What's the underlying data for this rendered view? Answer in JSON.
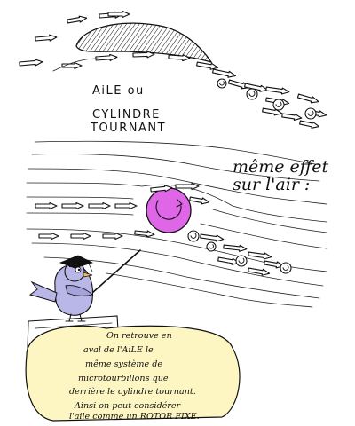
{
  "top_label": {
    "line1": "AiLE ou",
    "line2": "CYLINDRE",
    "line3": "TOURNANT"
  },
  "right_label": {
    "line1": "même effet",
    "line2": "sur l'air :"
  },
  "note": {
    "lines": [
      "On retrouve en",
      "aval de l'AiLE le",
      "même système de",
      "microtourbillons que",
      "derrière le cylindre tournant.",
      "Ainsi on peut considérer",
      "l'aile comme un ROTOR FIXE."
    ]
  },
  "colors": {
    "cylinder": "#e066e8",
    "bird_body": "#b9b6e8",
    "bubble": "#fdf6c3",
    "ink": "#111111"
  },
  "icons": {
    "bird": "professor-bird-icon",
    "cylinder": "rotating-cylinder-icon",
    "wing": "wing-profile-icon"
  }
}
